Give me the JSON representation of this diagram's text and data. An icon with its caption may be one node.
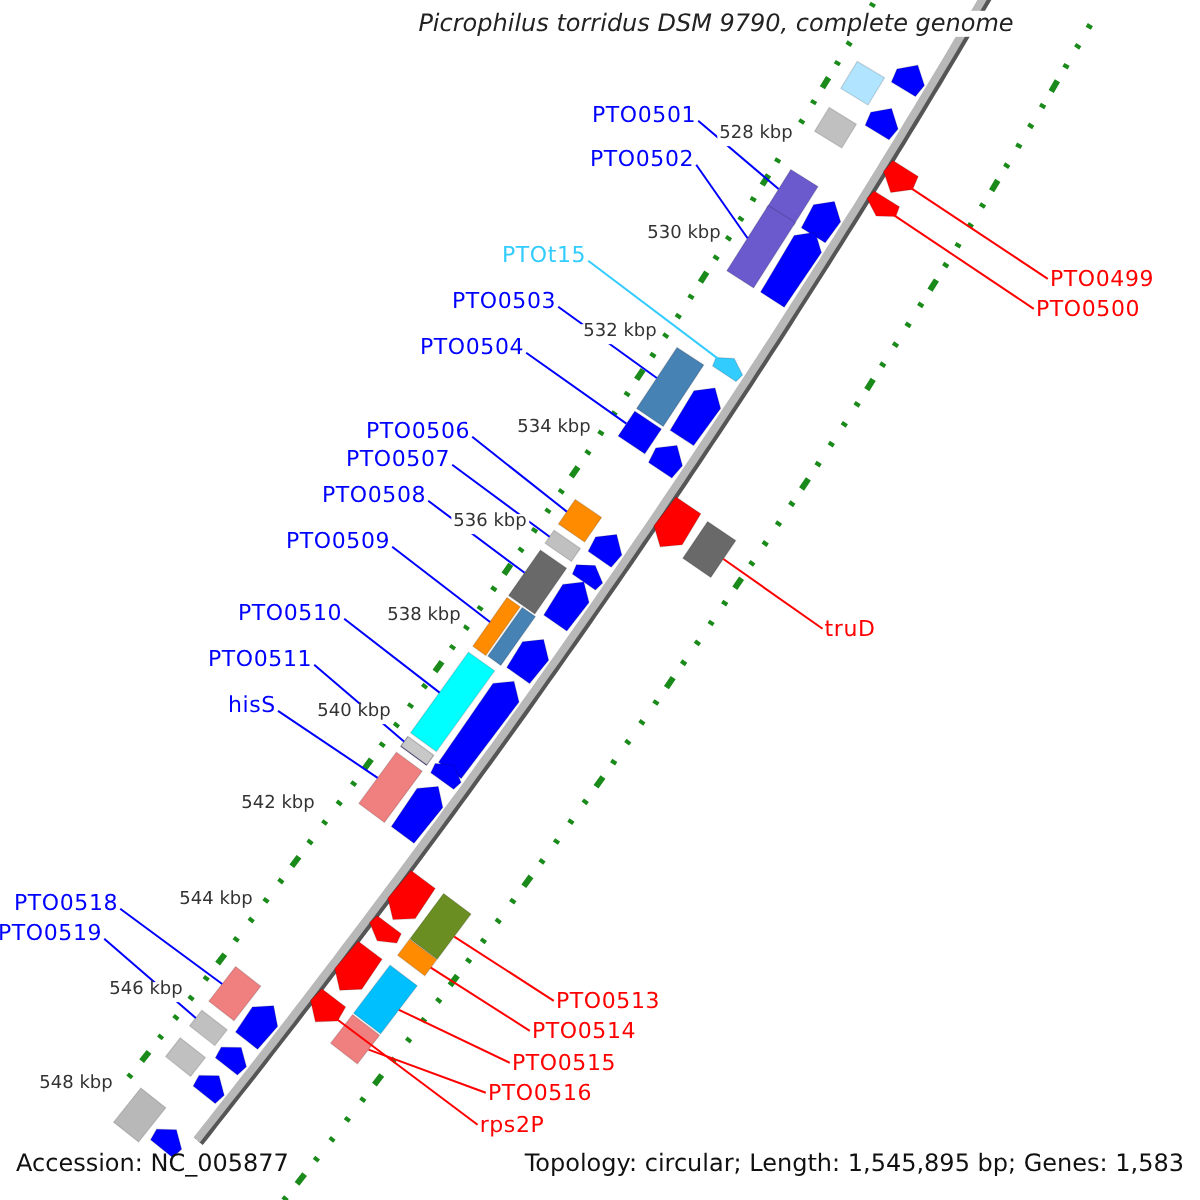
{
  "diagram": {
    "title": "Picrophilus torridus DSM 9790, complete genome",
    "nodes": [
      {
        "text": [
          "PTO0501"
        ]
      },
      {
        "text": [
          "PTO0502"
        ]
      },
      {
        "text": [
          "PTOt15"
        ]
      },
      {
        "text": [
          "PTO0503"
        ]
      },
      {
        "text": [
          "PTO0504"
        ]
      },
      {
        "text": [
          "PTO0506"
        ]
      },
      {
        "text": [
          "PTO0507"
        ]
      },
      {
        "text": [
          "PTO0508"
        ]
      },
      {
        "text": [
          "PTO0509"
        ]
      },
      {
        "text": [
          "PTO0510"
        ]
      },
      {
        "text": [
          "PTO0511"
        ]
      },
      {
        "text": [
          "hisS"
        ]
      },
      {
        "text": [
          "PTO0518"
        ]
      },
      {
        "text": [
          "PTO0519"
        ]
      },
      {
        "text": [
          "PTO0499"
        ]
      },
      {
        "text": [
          "PTO0500"
        ]
      },
      {
        "text": [
          "truD"
        ]
      },
      {
        "text": [
          "PTO0513"
        ]
      },
      {
        "text": [
          "PTO0514"
        ]
      },
      {
        "text": [
          "PTO0515"
        ]
      },
      {
        "text": [
          "PTO0516"
        ]
      },
      {
        "text": [
          "rps2P"
        ]
      },
      {
        "text": [],
        "shape": "box"
      },
      {
        "text": [],
        "shape": "box"
      },
      {
        "text": [],
        "shape": "pentagon"
      },
      {
        "text": [],
        "shape": "box"
      },
      {
        "text": [],
        "shape": "box"
      },
      {
        "text": [],
        "shape": "box"
      },
      {
        "text": [],
        "shape": "box"
      },
      {
        "text": [],
        "shape": "box"
      },
      {
        "text": [],
        "shape": "box"
      },
      {
        "text": [],
        "shape": "box"
      },
      {
        "text": [],
        "shape": "box"
      },
      {
        "text": [],
        "shape": "box"
      },
      {
        "text": [],
        "shape": "box"
      },
      {
        "text": [],
        "shape": "box"
      },
      {
        "text": [],
        "shape": "pentagon"
      },
      {
        "text": [],
        "shape": "pentagon"
      },
      {
        "text": [],
        "shape": "box"
      },
      {
        "text": [],
        "shape": "box"
      },
      {
        "text": [],
        "shape": "box"
      },
      {
        "text": [],
        "shape": "box"
      },
      {
        "text": [],
        "shape": "box"
      },
      {
        "text": [],
        "shape": "pentagon"
      },
      {
        "text": [],
        "shape": "box"
      },
      {
        "text": [],
        "shape": "box"
      },
      {
        "text": [],
        "shape": "pentagon"
      },
      {
        "text": [],
        "shape": "pentagon"
      },
      {
        "text": [],
        "shape": "pentagon"
      },
      {
        "text": [],
        "shape": "pentagon"
      },
      {
        "text": [],
        "shape": "pentagon"
      },
      {
        "text": [],
        "shape": "pentagon"
      },
      {
        "text": [],
        "shape": "pentagon"
      },
      {
        "text": [],
        "shape": "pentagon"
      },
      {
        "text": [],
        "shape": "pentagon"
      },
      {
        "text": [],
        "shape": "box"
      },
      {
        "text": [],
        "shape": "pentagon"
      },
      {
        "text": [],
        "shape": "pentagon"
      },
      {
        "text": [],
        "shape": "box"
      },
      {
        "text": [],
        "shape": "pentagon"
      },
      {
        "text": [],
        "shape": "pentagon"
      },
      {
        "text": [],
        "shape": "pentagon"
      },
      {
        "text": [],
        "shape": "pentagon"
      },
      {
        "text": [],
        "shape": "pentagon"
      },
      {
        "text": [],
        "shape": "pentagon"
      },
      {
        "text": [],
        "shape": "box"
      },
      {
        "text": [],
        "shape": "box"
      },
      {
        "text": [],
        "shape": "pentagon"
      },
      {
        "text": [],
        "shape": "pentagon"
      },
      {
        "text": [],
        "shape": "pentagon"
      },
      {
        "text": [],
        "shape": "pentagon"
      }
    ],
    "edges": [
      {
        "from": 0,
        "to": 22,
        "arrow": "none"
      },
      {
        "from": 1,
        "to": 23,
        "arrow": "none"
      },
      {
        "from": 2,
        "to": 24,
        "arrow": "none",
        "color": "#33ccff"
      },
      {
        "from": 3,
        "to": 25,
        "arrow": "none"
      },
      {
        "from": 4,
        "to": 26,
        "arrow": "none"
      },
      {
        "from": 5,
        "to": 27,
        "arrow": "none"
      },
      {
        "from": 6,
        "to": 28,
        "arrow": "none"
      },
      {
        "from": 7,
        "to": 29,
        "arrow": "none"
      },
      {
        "from": 8,
        "to": 30,
        "arrow": "none"
      },
      {
        "from": 9,
        "to": 31,
        "arrow": "none"
      },
      {
        "from": 10,
        "to": 32,
        "arrow": "none"
      },
      {
        "from": 11,
        "to": 33,
        "arrow": "none"
      },
      {
        "from": 12,
        "to": 34,
        "arrow": "none"
      },
      {
        "from": 13,
        "to": 35,
        "arrow": "none"
      },
      {
        "from": 14,
        "to": 36,
        "arrow": "none",
        "color": "#ff0000"
      },
      {
        "from": 15,
        "to": 37,
        "arrow": "none",
        "color": "#ff0000"
      },
      {
        "from": 16,
        "to": 38,
        "arrow": "none",
        "color": "#ff0000"
      },
      {
        "from": 17,
        "to": 39,
        "arrow": "none",
        "color": "#ff0000"
      },
      {
        "from": 18,
        "to": 40,
        "arrow": "none",
        "color": "#ff0000"
      },
      {
        "from": 19,
        "to": 41,
        "arrow": "none",
        "color": "#ff0000"
      },
      {
        "from": 20,
        "to": 42,
        "arrow": "none",
        "color": "#ff0000"
      },
      {
        "from": 21,
        "to": 43,
        "arrow": "none",
        "color": "#ff0000"
      }
    ],
    "labels": [
      "528 kbp",
      "530 kbp",
      "532 kbp",
      "534 kbp",
      "536 kbp",
      "538 kbp",
      "540 kbp",
      "542 kbp",
      "544 kbp",
      "546 kbp",
      "548 kbp",
      "Accession: NC_005877",
      "Topology: circular; Length: 1,545,895 bp; Genes: 1,583"
    ]
  }
}
